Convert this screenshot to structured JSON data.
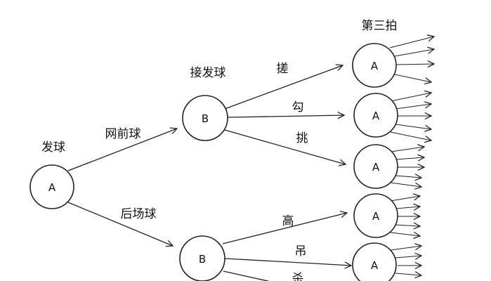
{
  "headings": {
    "serve": "发球",
    "receive": "接发球",
    "third_shot": "第三拍"
  },
  "nodes": {
    "serve_node": "A",
    "receive_front_node": "B",
    "receive_back_node": "B",
    "third_1": "A",
    "third_2": "A",
    "third_3": "A",
    "third_4": "A",
    "third_5": "A"
  },
  "edges": {
    "front_court": "网前球",
    "back_court": "后场球",
    "rub": "搓",
    "hook": "勾",
    "lift": "挑",
    "high": "高",
    "drop": "吊",
    "smash": "杀"
  }
}
